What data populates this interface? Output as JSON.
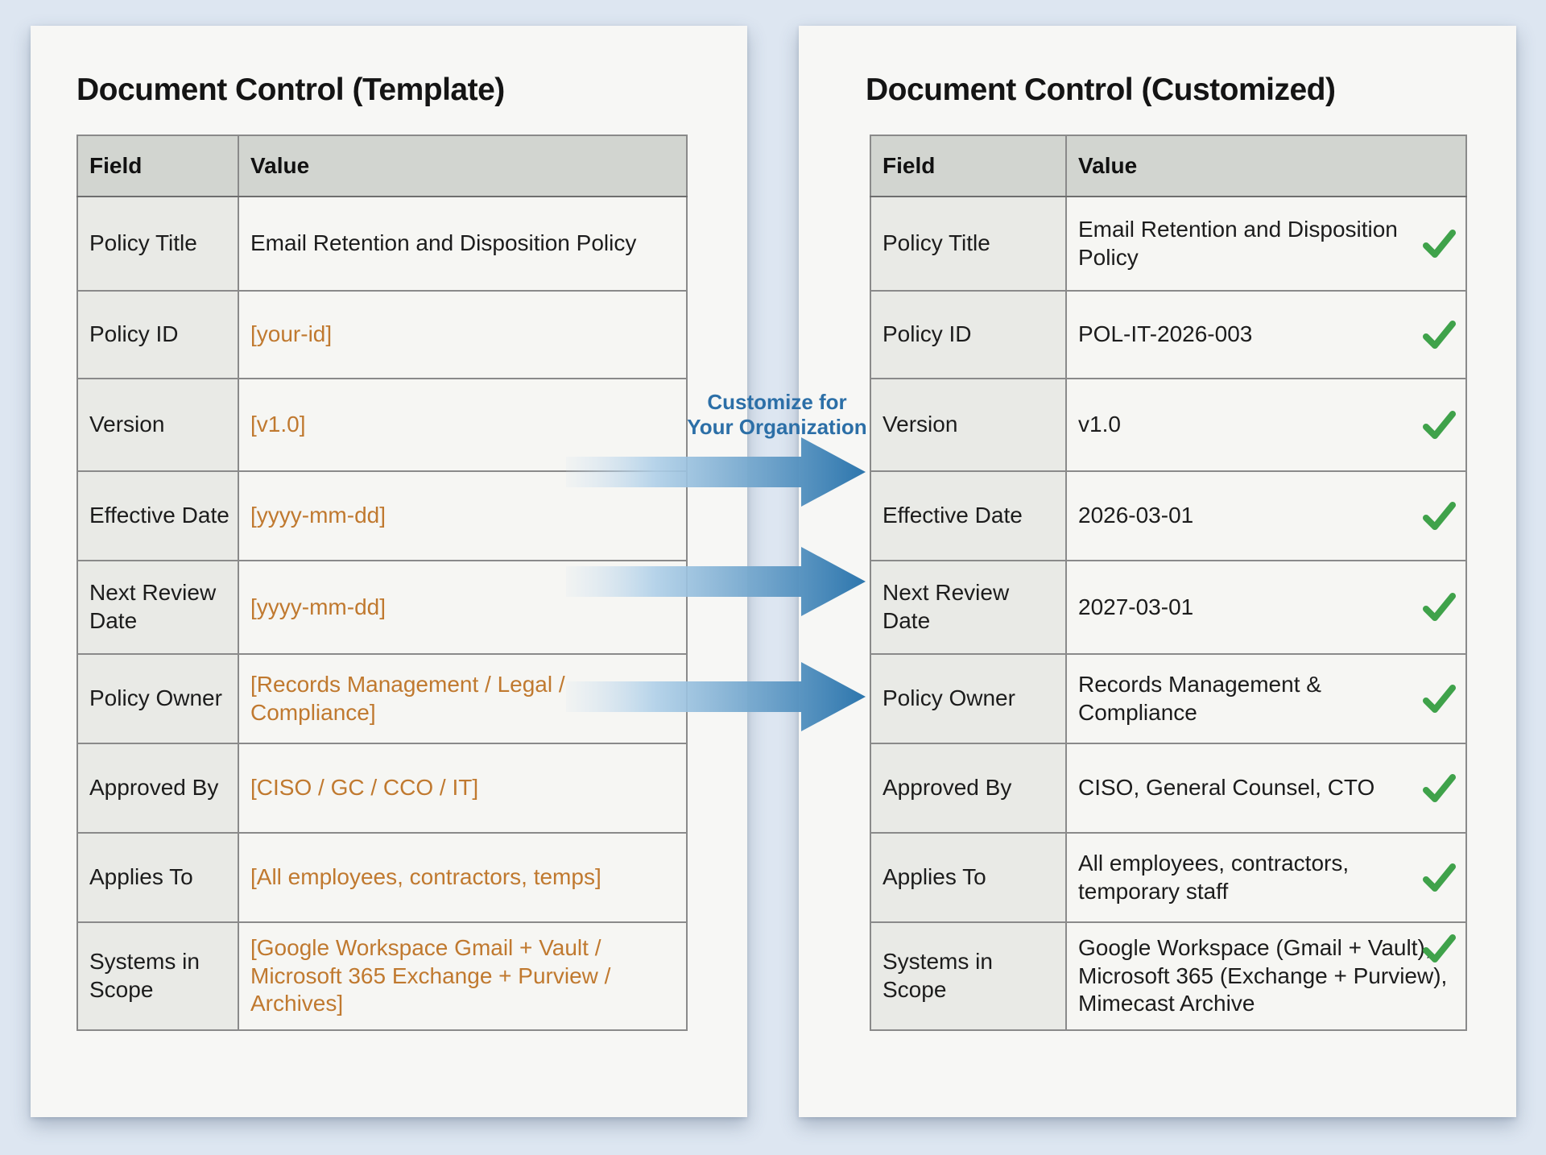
{
  "left_panel": {
    "title": "Document Control (Template)",
    "columns": [
      "Field",
      "Value"
    ],
    "rows": [
      {
        "field": "Policy Title",
        "value": "Email Retention and Disposition Policy",
        "placeholder": false,
        "checked": false
      },
      {
        "field": "Policy ID",
        "value": "[your-id]",
        "placeholder": true,
        "checked": false
      },
      {
        "field": "Version",
        "value": "[v1.0]",
        "placeholder": true,
        "checked": false
      },
      {
        "field": "Effective Date",
        "value": "[yyyy-mm-dd]",
        "placeholder": true,
        "checked": false
      },
      {
        "field": "Next Review Date",
        "value": "[yyyy-mm-dd]",
        "placeholder": true,
        "checked": false
      },
      {
        "field": "Policy Owner",
        "value": "[Records Management / Legal / Compliance]",
        "placeholder": true,
        "checked": false
      },
      {
        "field": "Approved By",
        "value": "[CISO / GC / CCO / IT]",
        "placeholder": true,
        "checked": false
      },
      {
        "field": "Applies To",
        "value": "[All employees, contractors, temps]",
        "placeholder": true,
        "checked": false
      },
      {
        "field": "Systems in Scope",
        "value": "[Google Workspace Gmail + Vault / Microsoft 365 Exchange + Purview / Archives]",
        "placeholder": true,
        "checked": false
      }
    ]
  },
  "right_panel": {
    "title": "Document Control (Customized)",
    "columns": [
      "Field",
      "Value"
    ],
    "rows": [
      {
        "field": "Policy Title",
        "value": "Email Retention and Disposition Policy",
        "placeholder": false,
        "checked": true
      },
      {
        "field": "Policy ID",
        "value": "POL-IT-2026-003",
        "placeholder": false,
        "checked": true
      },
      {
        "field": "Version",
        "value": "v1.0",
        "placeholder": false,
        "checked": true
      },
      {
        "field": "Effective Date",
        "value": "2026-03-01",
        "placeholder": false,
        "checked": true
      },
      {
        "field": "Next Review Date",
        "value": "2027-03-01",
        "placeholder": false,
        "checked": true
      },
      {
        "field": "Policy Owner",
        "value": "Records Management & Compliance",
        "placeholder": false,
        "checked": true
      },
      {
        "field": "Approved By",
        "value": "CISO, General Counsel, CTO",
        "placeholder": false,
        "checked": true
      },
      {
        "field": "Applies To",
        "value": "All employees, contractors, temporary staff",
        "placeholder": false,
        "checked": true
      },
      {
        "field": "Systems in Scope",
        "value": "Google Workspace (Gmail + Vault), Microsoft 365 (Exchange + Purview), Mimecast Archive",
        "placeholder": false,
        "checked": true
      }
    ]
  },
  "connector": {
    "label_line1": "Customize for",
    "label_line2": "Your Organization",
    "arrow_count": 3
  },
  "colors": {
    "background": "#dde6f1",
    "page": "#f7f7f5",
    "table_header": "#d2d5d0",
    "placeholder_orange": "#c0792f",
    "accent_blue": "#2c6fa7",
    "arrow_blue": "#2d76ad",
    "check_green": "#3fa24a"
  }
}
